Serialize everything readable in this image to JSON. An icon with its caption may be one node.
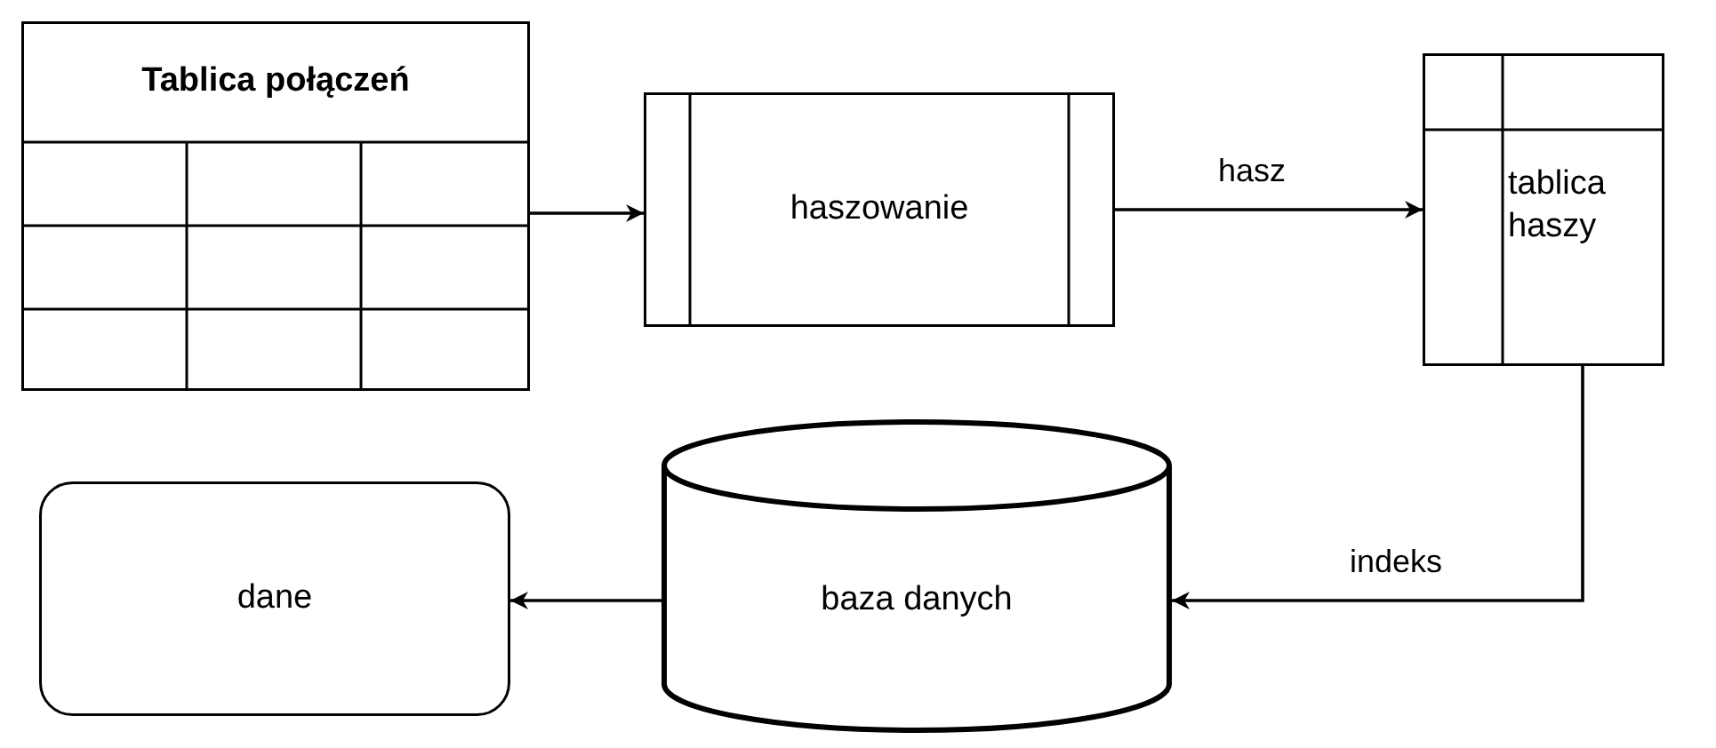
{
  "diagram": {
    "nodes": [
      {
        "text": [
          "Tablica połączeń"
        ]
      },
      {
        "text": [
          "haszowanie"
        ]
      },
      {
        "text": [
          "tablica haszy"
        ]
      },
      {
        "text": [
          "baza danych"
        ]
      },
      {
        "text": [
          "dane"
        ]
      }
    ],
    "edges": [
      {
        "from": 0,
        "to": 1,
        "arrow": "to"
      },
      {
        "from": 1,
        "to": 2,
        "arrow": "to",
        "label": "hasz"
      },
      {
        "from": 2,
        "to": 3,
        "arrow": "to",
        "label": "indeks"
      },
      {
        "from": 3,
        "to": 4,
        "arrow": "to"
      }
    ]
  }
}
